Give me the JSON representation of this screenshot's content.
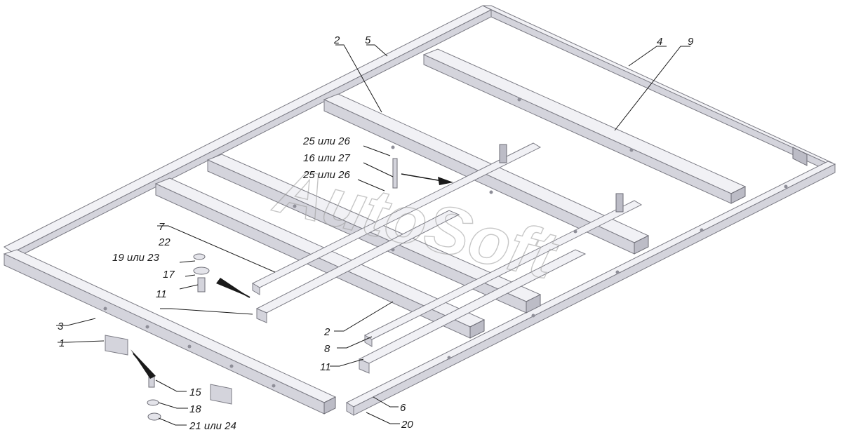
{
  "watermark": "AutoSoft",
  "callouts": [
    {
      "id": "c2a",
      "text": "2"
    },
    {
      "id": "c5",
      "text": "5"
    },
    {
      "id": "c4",
      "text": "4"
    },
    {
      "id": "c9",
      "text": "9"
    },
    {
      "id": "c25a",
      "text": "25 или 26"
    },
    {
      "id": "c16",
      "text": "16 или 27"
    },
    {
      "id": "c25b",
      "text": "25 или 26"
    },
    {
      "id": "c7",
      "text": "7"
    },
    {
      "id": "c22",
      "text": "22"
    },
    {
      "id": "c19",
      "text": "19 или 23"
    },
    {
      "id": "c17",
      "text": "17"
    },
    {
      "id": "c11a",
      "text": "11"
    },
    {
      "id": "c3",
      "text": "3"
    },
    {
      "id": "c1",
      "text": "1"
    },
    {
      "id": "c2b",
      "text": "2"
    },
    {
      "id": "c8",
      "text": "8"
    },
    {
      "id": "c11b",
      "text": "11"
    },
    {
      "id": "c15",
      "text": "15"
    },
    {
      "id": "c18",
      "text": "18"
    },
    {
      "id": "c21",
      "text": "21 или 24"
    },
    {
      "id": "c6",
      "text": "6"
    },
    {
      "id": "c20",
      "text": "20"
    }
  ]
}
